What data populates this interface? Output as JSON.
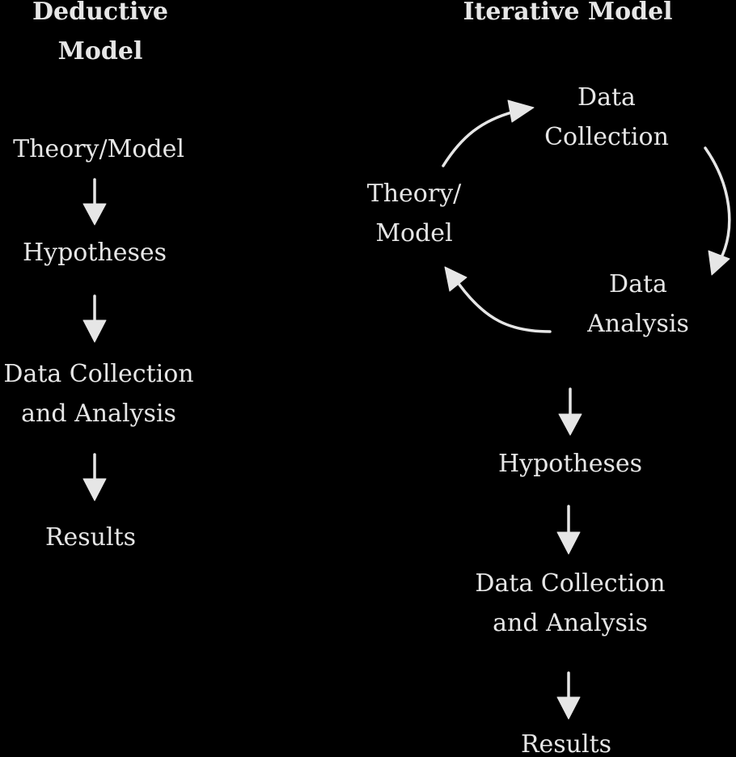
{
  "deductive": {
    "title_line1": "Deductive",
    "title_line2": "Model",
    "theory": "Theory/Model",
    "hypotheses": "Hypotheses",
    "data_line1": "Data Collection",
    "data_line2": "and Analysis",
    "results": "Results"
  },
  "iterative": {
    "title": "Iterative Model",
    "collection_line1": "Data",
    "collection_line2": "Collection",
    "theory_line1": "Theory/",
    "theory_line2": "Model",
    "analysis_line1": "Data",
    "analysis_line2": "Analysis",
    "hypotheses": "Hypotheses",
    "data_line1": "Data Collection",
    "data_line2": "and Analysis",
    "results": "Results"
  },
  "colors": {
    "background": "#000000",
    "text": "#e6e6e6"
  }
}
